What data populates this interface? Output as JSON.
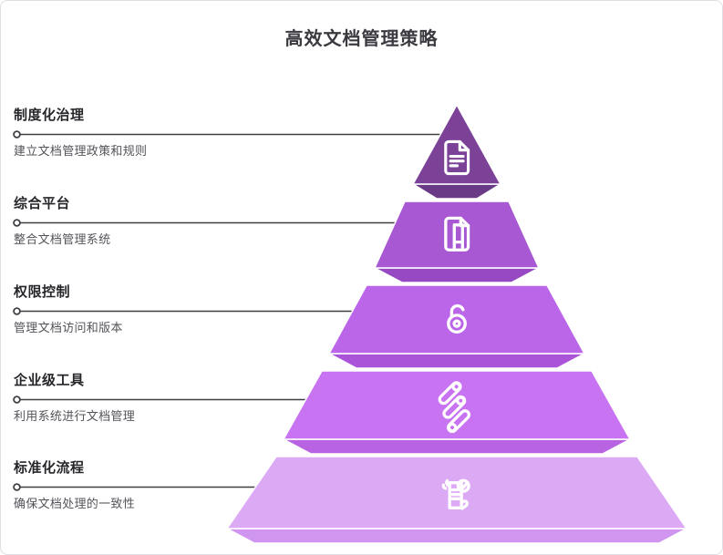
{
  "title": "高效文档管理策略",
  "levels": [
    {
      "name": "制度化治理",
      "desc": "建立文档管理政策和规则",
      "icon": "file-text-icon",
      "color": "#7c4298",
      "bevel_color": "#6b3a86"
    },
    {
      "name": "综合平台",
      "desc": "整合文档管理系统",
      "icon": "copy-pages-icon",
      "color": "#a758d2",
      "bevel_color": "#9749c4"
    },
    {
      "name": "权限控制",
      "desc": "管理文档访问和版本",
      "icon": "lock-open-icon",
      "color": "#bb66e9",
      "bevel_color": "#aa55d9"
    },
    {
      "name": "企业级工具",
      "desc": "利用系统进行文档管理",
      "icon": "sliders-diagonal-icon",
      "color": "#c873f1",
      "bevel_color": "#b763e2"
    },
    {
      "name": "标准化流程",
      "desc": "确保文档处理的一致性",
      "icon": "document-check-icon",
      "color": "#dca9f5",
      "bevel_color": "#d096ef"
    }
  ],
  "colors": {
    "connector": "#3f3f44",
    "title_text": "#3a3a40",
    "label_text": "#26262b",
    "desc_text": "#53535a",
    "background": "#ffffff"
  }
}
